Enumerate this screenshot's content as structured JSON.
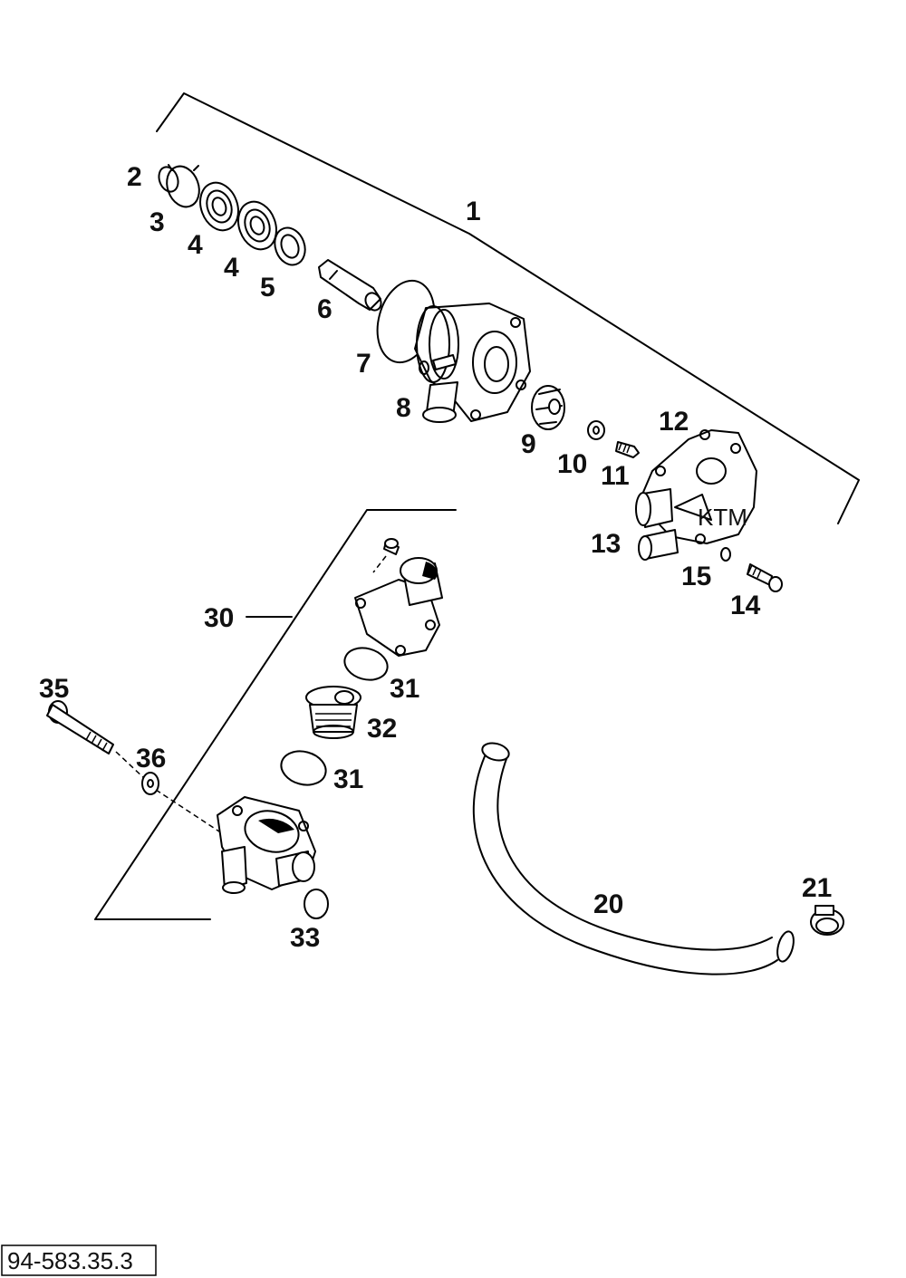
{
  "labels": {
    "p1": "1",
    "p2": "2",
    "p3": "3",
    "p4a": "4",
    "p4b": "4",
    "p5": "5",
    "p6": "6",
    "p7": "7",
    "p8": "8",
    "p9": "9",
    "p10": "10",
    "p11": "11",
    "p12": "12",
    "p13": "13",
    "p14": "14",
    "p15": "15",
    "p20": "20",
    "p21": "21",
    "p30": "30",
    "p31a": "31",
    "p31b": "31",
    "p32": "32",
    "p33": "33",
    "p35": "35",
    "p36": "36"
  },
  "drawing_number": "94-583.35.3"
}
